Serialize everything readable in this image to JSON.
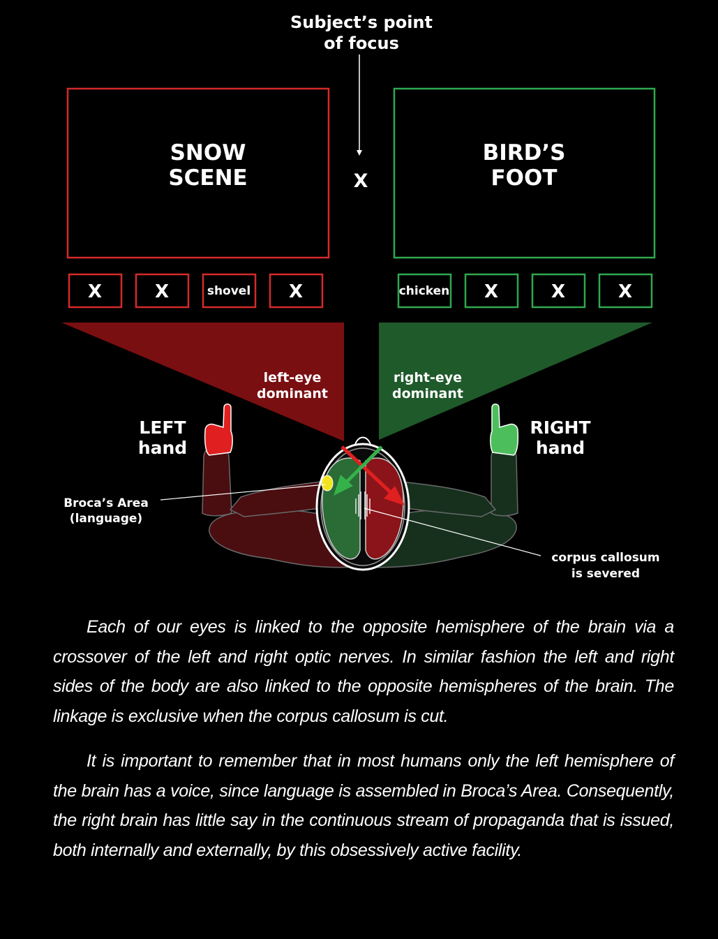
{
  "focus_label_line1": "Subject’s point",
  "focus_label_line2": "of focus",
  "focus_mark": "X",
  "left_screen": {
    "line1": "SNOW",
    "line2": "SCENE",
    "color": "#d42a2a"
  },
  "right_screen": {
    "line1": "BIRD’S",
    "line2": "FOOT",
    "color": "#2fa84f"
  },
  "left_choices": [
    "X",
    "X",
    "shovel",
    "X"
  ],
  "right_choices": [
    "chicken",
    "X",
    "X",
    "X"
  ],
  "left_eye_line1": "left-eye",
  "left_eye_line2": "dominant",
  "right_eye_line1": "right-eye",
  "right_eye_line2": "dominant",
  "left_hand_line1": "LEFT",
  "left_hand_line2": "hand",
  "right_hand_line1": "RIGHT",
  "right_hand_line2": "hand",
  "broca_line1": "Broca’s Area",
  "broca_line2": "(language)",
  "corpus_line1": "corpus callosum",
  "corpus_line2": "is severed",
  "paragraphs": [
    "Each of our eyes is linked to the opposite hemisphere of the brain via a crossover of the left and right optic nerves. In similar fashion the left and right sides of the body are also linked to the opposite hemispheres of the brain. The linkage is exclusive when the corpus callosum is cut.",
    "It is important to remember that in most humans only the left hemisphere of the brain has a voice, since language is assembled in Broca’s Area. Consequently, the right brain has little say in the continuous stream of propaganda that is issued, both internally and externally, by this obsessively active facility."
  ]
}
